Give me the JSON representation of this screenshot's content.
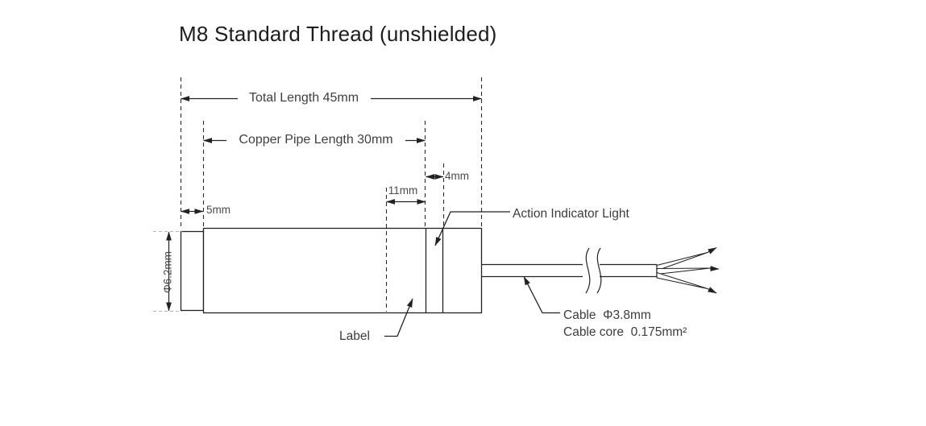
{
  "title": "M8 Standard Thread (unshielded)",
  "dimensions": {
    "total_length": "Total Length 45mm",
    "copper_pipe_length": "Copper Pipe Length 30mm",
    "front_segment": "5mm",
    "label_offset": "11mm",
    "indicator_width": "4mm",
    "diameter": "Φ6.2mm"
  },
  "callouts": {
    "action_indicator": "Action Indicator Light",
    "label": "Label",
    "cable_diameter": "Cable  Φ3.8mm",
    "cable_core": "Cable core  0.175mm²"
  },
  "colors": {
    "line": "#222222",
    "text": "#424242",
    "title_text": "#1d1d1d",
    "muted_dash": "#b5b5b5",
    "background": "#ffffff"
  }
}
